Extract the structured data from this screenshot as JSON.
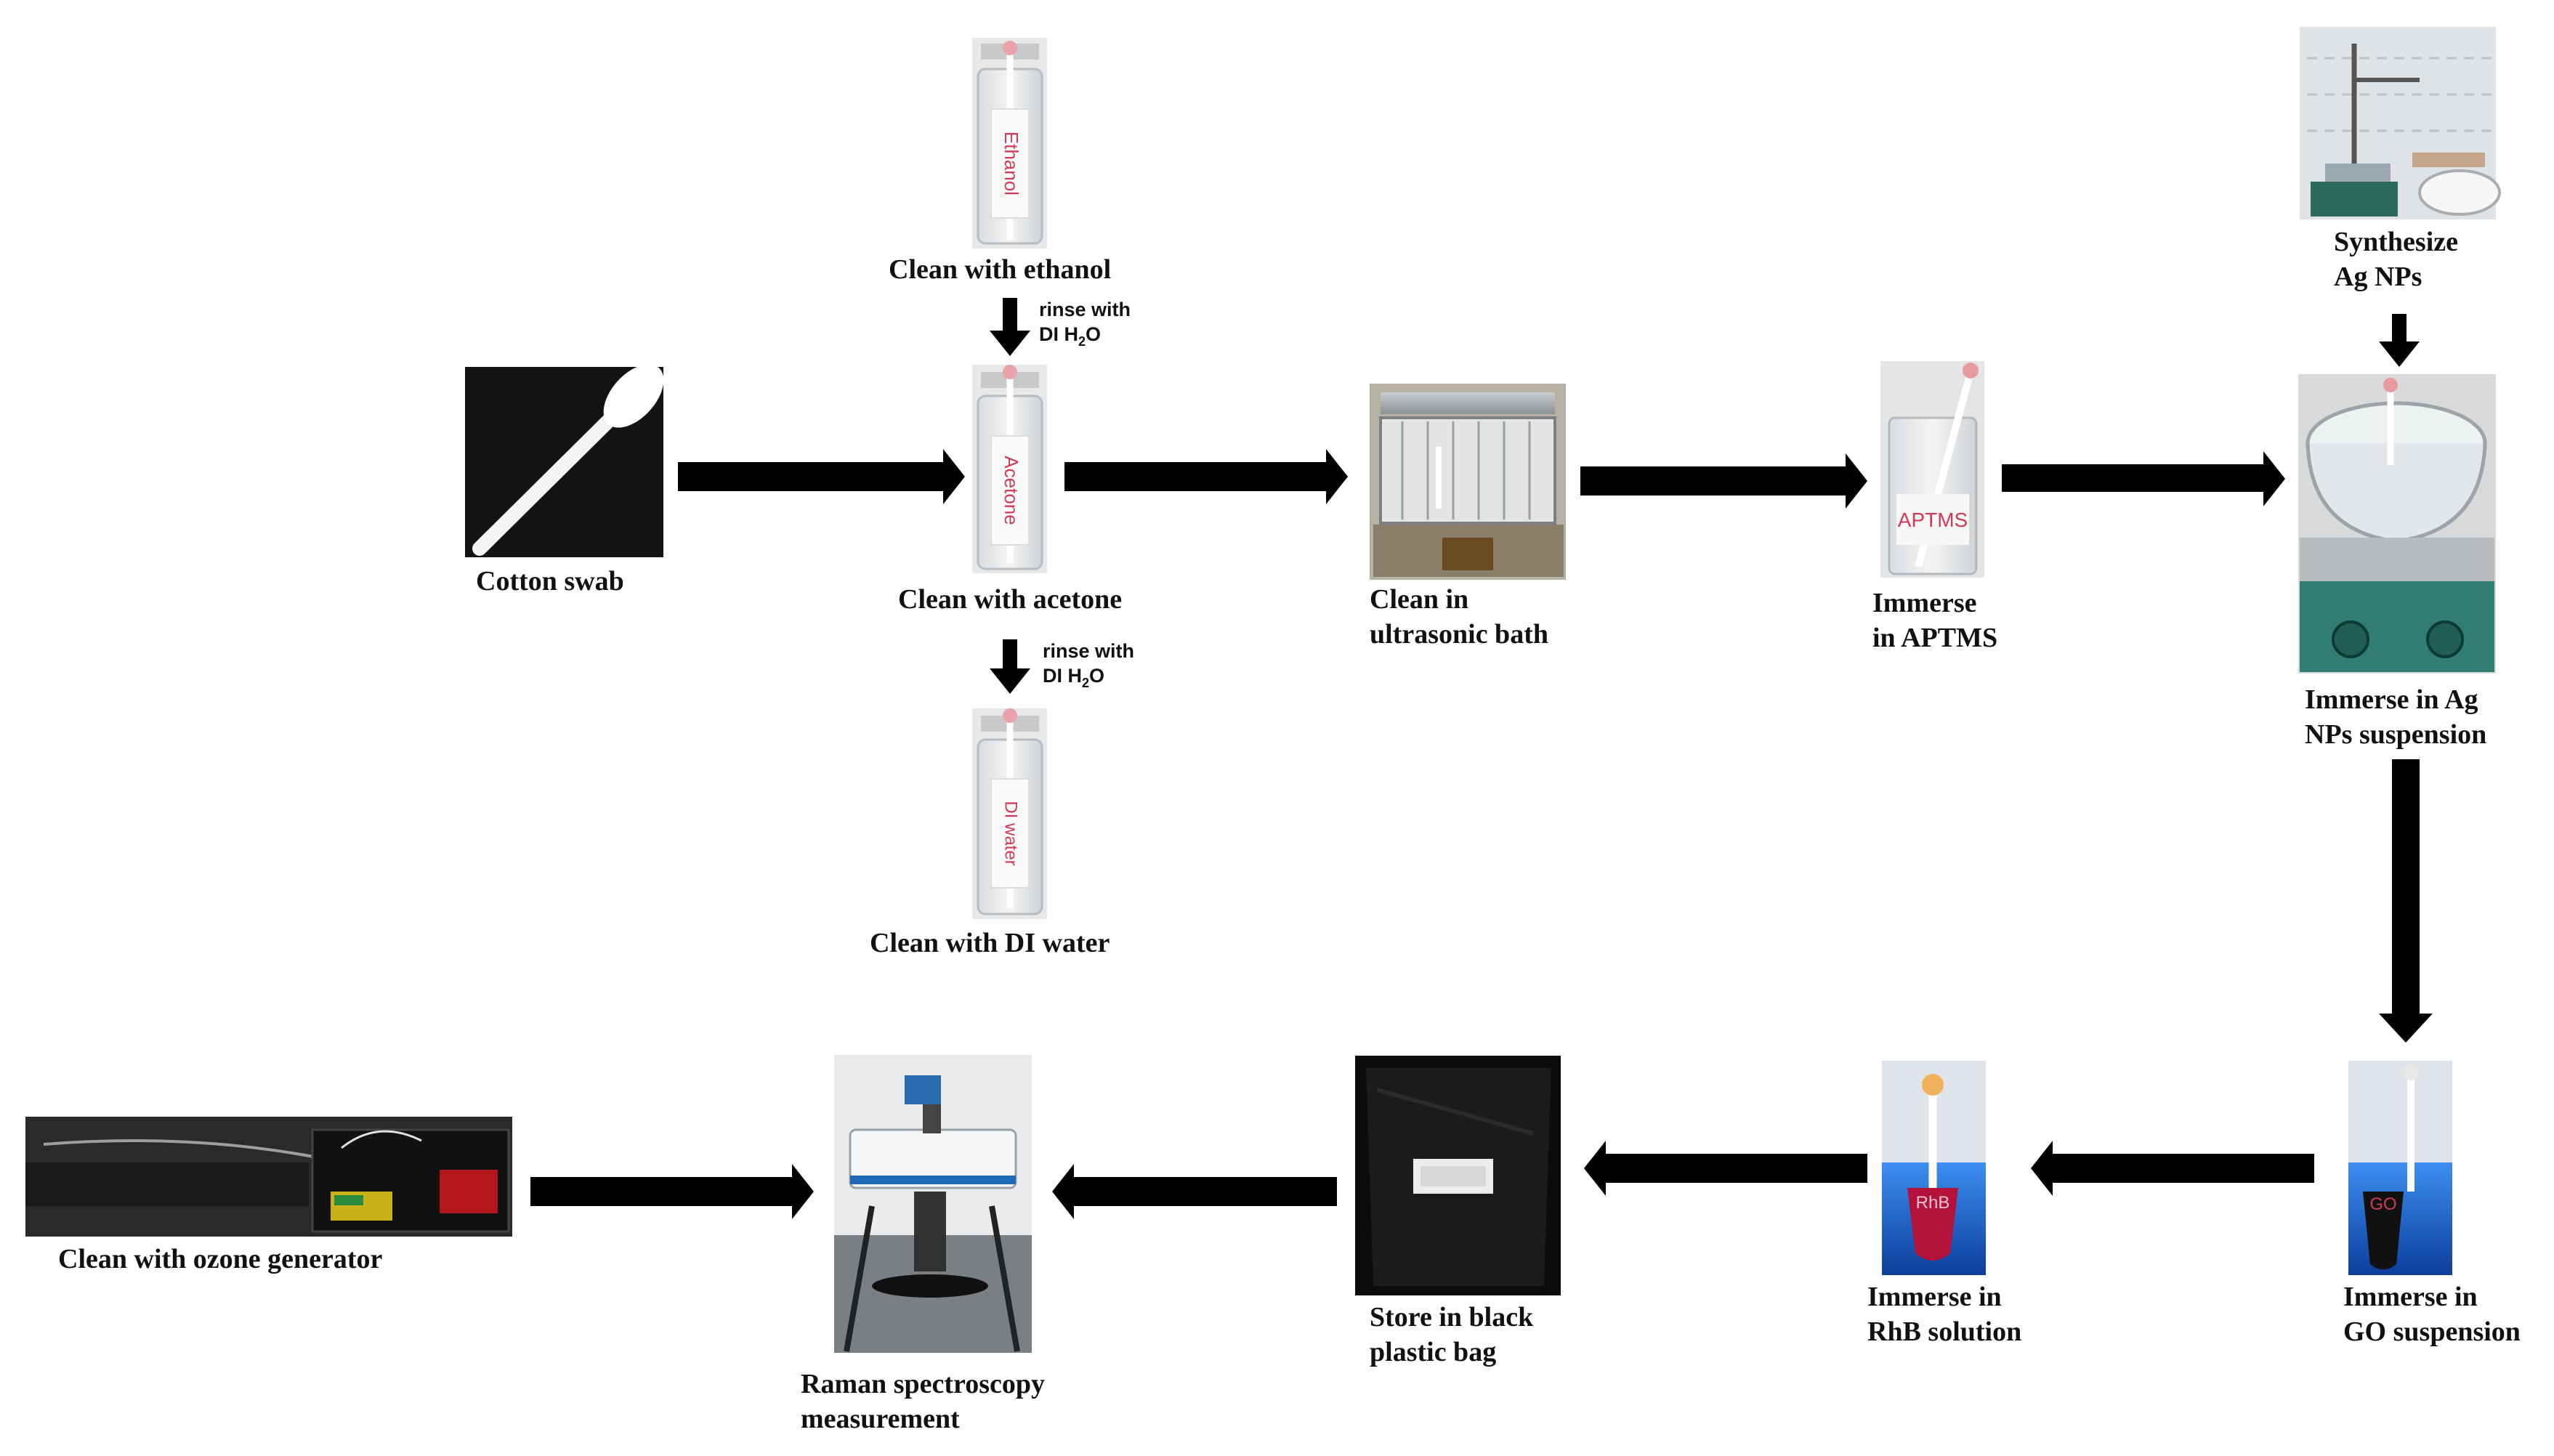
{
  "steps": {
    "cotton_swab": "Cotton swab",
    "ethanol": "Clean with ethanol",
    "acetone": "Clean with acetone",
    "di_water": "Clean with DI water",
    "ultrasonic": [
      "Clean in",
      "ultrasonic bath"
    ],
    "aptms": [
      "Immerse",
      "in APTMS"
    ],
    "synthesize": [
      "Synthesize",
      "Ag NPs"
    ],
    "ag_nps": [
      "Immerse in Ag",
      "NPs suspension"
    ],
    "go": [
      "Immerse in",
      "GO suspension"
    ],
    "rhb": [
      "Immerse in",
      "RhB solution"
    ],
    "bag": [
      "Store in black",
      "plastic bag"
    ],
    "raman": [
      "Raman spectroscopy",
      "measurement"
    ],
    "ozone": "Clean with ozone generator"
  },
  "rinse_note": [
    "rinse with",
    "DI H",
    "2",
    "O"
  ],
  "bottle_labels": {
    "ethanol": "Ethanol",
    "acetone": "Acetone",
    "di_water": "DI water",
    "aptms": "APTMS",
    "rhb": "RhB",
    "go": "GO"
  },
  "colors": {
    "arrow": "#000000",
    "label_red": "#d1395a",
    "suspension_blue": "#1f6fd1",
    "rhb_red": "#b3123a"
  }
}
